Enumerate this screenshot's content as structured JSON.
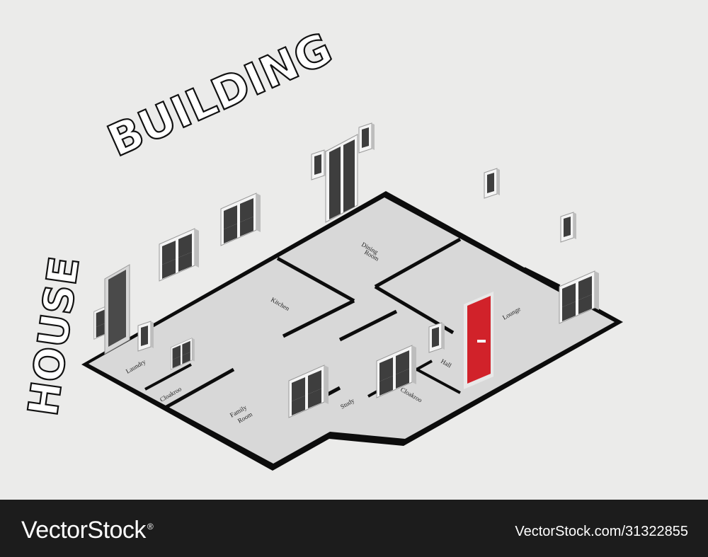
{
  "title": {
    "line1": "HOUSE",
    "line2": "BUILDING"
  },
  "rooms": {
    "laundry": "Laundry",
    "cloakroom_left": "Cloakroo",
    "kitchen": "Kitchen",
    "dining": "Dining",
    "dining2": "Room",
    "family": "Family",
    "family2": "Room",
    "study": "Study",
    "cloakroom_right": "Cloakroo",
    "hall": "Hall",
    "lounge": "Lounge"
  },
  "footer": {
    "brand": "VectorStock",
    "brand_mark": "®",
    "stock_id": "VectorStock.com/31322855"
  },
  "colors": {
    "front_door": "#d1222a",
    "floor": "#d8d8d8",
    "walls": "#0c0c0c",
    "background": "#ebebea"
  }
}
